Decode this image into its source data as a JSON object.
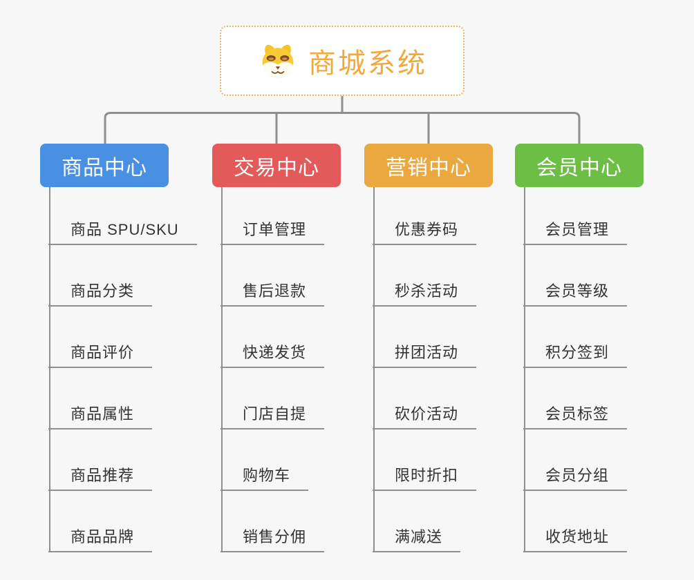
{
  "root": {
    "title": "商城系统",
    "icon": "dog-icon",
    "accent_color": "#f2a93c",
    "border_color": "#f0b35e"
  },
  "branches": [
    {
      "label": "商品中心",
      "color": "#4a90e2",
      "items": [
        "商品 SPU/SKU",
        "商品分类",
        "商品评价",
        "商品属性",
        "商品推荐",
        "商品品牌"
      ]
    },
    {
      "label": "交易中心",
      "color": "#e25a5a",
      "items": [
        "订单管理",
        "售后退款",
        "快递发货",
        "门店自提",
        "购物车",
        "销售分佣"
      ]
    },
    {
      "label": "营销中心",
      "color": "#eaa83e",
      "items": [
        "优惠券码",
        "秒杀活动",
        "拼团活动",
        "砍价活动",
        "限时折扣",
        "满减送"
      ]
    },
    {
      "label": "会员中心",
      "color": "#6dbe45",
      "items": [
        "会员管理",
        "会员等级",
        "积分签到",
        "会员标签",
        "会员分组",
        "收货地址"
      ]
    }
  ],
  "colors": {
    "background": "#f7f7f7",
    "connector": "#8f8f8f",
    "item_text": "#333333"
  }
}
